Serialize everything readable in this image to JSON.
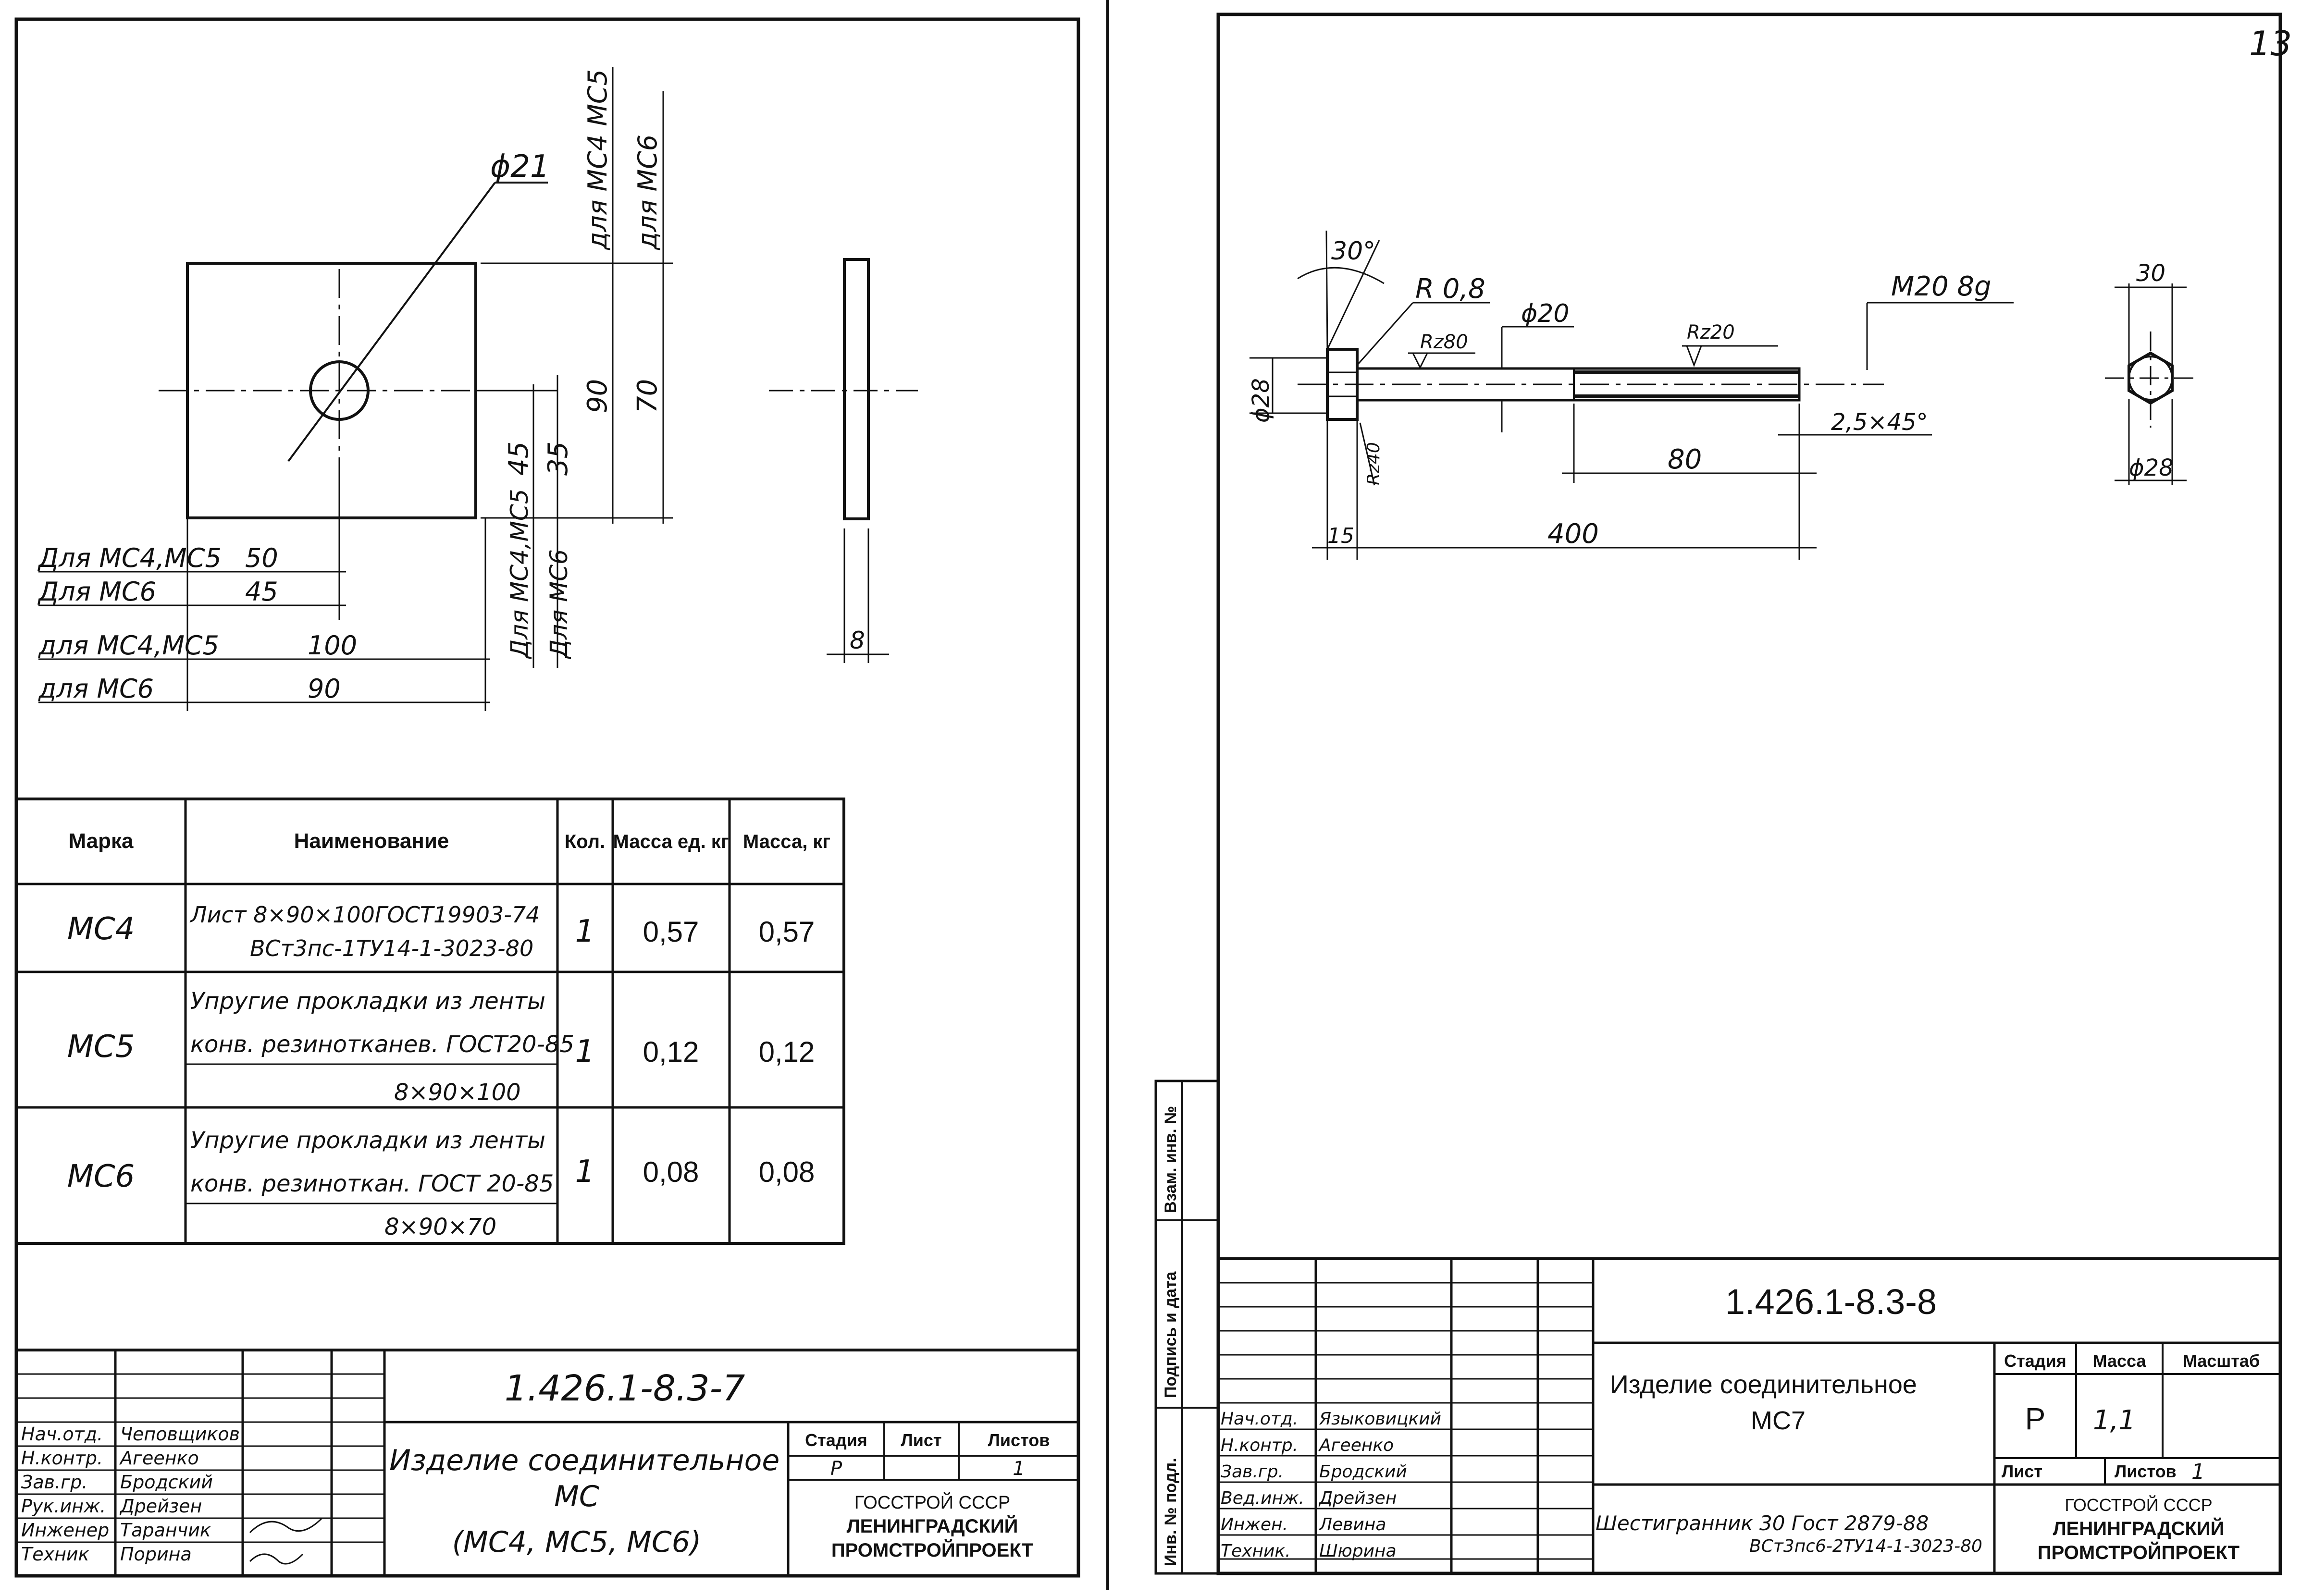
{
  "left_sheet": {
    "dimensions": {
      "hole_dia": "ϕ21",
      "for_mc4_mc5": "для МС4 МС5",
      "for_mc6": "для МС6",
      "h90": "90",
      "h70": "70",
      "h45": "45",
      "h35": "35",
      "vert_mc4_mc5": "Для МС4,МС5",
      "vert_mc6": "Для МС6",
      "row1_label": "Для МС4,МС5",
      "row1_value": "50",
      "row2_label": "Для МС6",
      "row2_value": "45",
      "row3_label": "для МС4,МС5",
      "row3_value": "100",
      "row4_label": "для МС6",
      "row4_value": "90",
      "thickness": "8"
    },
    "spec_table": {
      "headers": {
        "mark": "Марка",
        "name": "Наименование",
        "qty": "Кол.",
        "mass_unit": "Масса ед. кг",
        "mass": "Масса, кг"
      },
      "rows": [
        {
          "mark": "МС4",
          "name1": "Лист 8×90×100ГОСТ19903-74",
          "name2": "ВСт3пс-1ТУ14-1-3023-80",
          "name3": "",
          "qty": "1",
          "mass_unit": "0,57",
          "mass": "0,57"
        },
        {
          "mark": "МС5",
          "name1": "Упругие прокладки из ленты",
          "name2": "конв. резинотканев. ГОСТ20-85",
          "name3": "8×90×100",
          "qty": "1",
          "mass_unit": "0,12",
          "mass": "0,12"
        },
        {
          "mark": "МС6",
          "name1": "Упругие прокладки из ленты",
          "name2": "конв. резиноткан. ГОСТ 20-85",
          "name3": "8×90×70",
          "qty": "1",
          "mass_unit": "0,08",
          "mass": "0,08"
        }
      ]
    },
    "title_block": {
      "code": "1.426.1-8.3-7",
      "roles": [
        "Нач.отд.",
        "Н.контр.",
        "Зав.гр.",
        "Рук.инж.",
        "Инженер",
        "Техник"
      ],
      "names": [
        "Чеповщиков",
        "Агеенко",
        "Бродский",
        "Дрейзен",
        "Таранчик",
        "Порина"
      ],
      "title1": "Изделие соединительное",
      "title2": "МС",
      "title3": "(МС4, МС5, МС6)",
      "stage_h": "Стадия",
      "sheet_h": "Лист",
      "sheets_h": "Листов",
      "stage": "Р",
      "sheets": "1",
      "org1": "ГОССТРОЙ СССР",
      "org2": "ЛЕНИНГРАДСКИЙ",
      "org3": "ПРОМСТРОЙПРОЕКТ"
    }
  },
  "right_sheet": {
    "page_number": "13",
    "dimensions": {
      "angle": "30°",
      "radius": "R 0,8",
      "rz80": "Rz80",
      "dia20": "ϕ20",
      "rz20": "Rz20",
      "thread": "М20 8g",
      "dia28": "ϕ28",
      "rz40": "Rz40",
      "chamfer": "2,5×45°",
      "len80": "80",
      "len15": "15",
      "len400": "400",
      "hex30": "30",
      "hex_dia28": "ϕ28"
    },
    "side_stamp": [
      "Инв. № подл.",
      "Подпись и дата",
      "Взам. инв. №"
    ],
    "title_block": {
      "code": "1.426.1-8.3-8",
      "roles": [
        "Нач.отд.",
        "Н.контр.",
        "Зав.гр.",
        "Вед.инж.",
        "Инжен.",
        "Техник."
      ],
      "names": [
        "Языковицкий",
        "Агеенко",
        "Бродский",
        "Дрейзен",
        "Левина",
        "Шюрина"
      ],
      "title1": "Изделие соединительное",
      "title2": "МС7",
      "stage_h": "Стадия",
      "mass_h": "Масса",
      "scale_h": "Масштаб",
      "stage": "Р",
      "mass": "1,1",
      "sheet_h": "Лист",
      "sheets_h": "Листов",
      "sheets": "1",
      "material1": "Шестигранник 30 Гост 2879-88",
      "material2": "ВСт3пс6-2ТУ14-1-3023-80",
      "org1": "ГОССТРОЙ СССР",
      "org2": "ЛЕНИНГРАДСКИЙ",
      "org3": "ПРОМСТРОЙПРОЕКТ"
    }
  }
}
